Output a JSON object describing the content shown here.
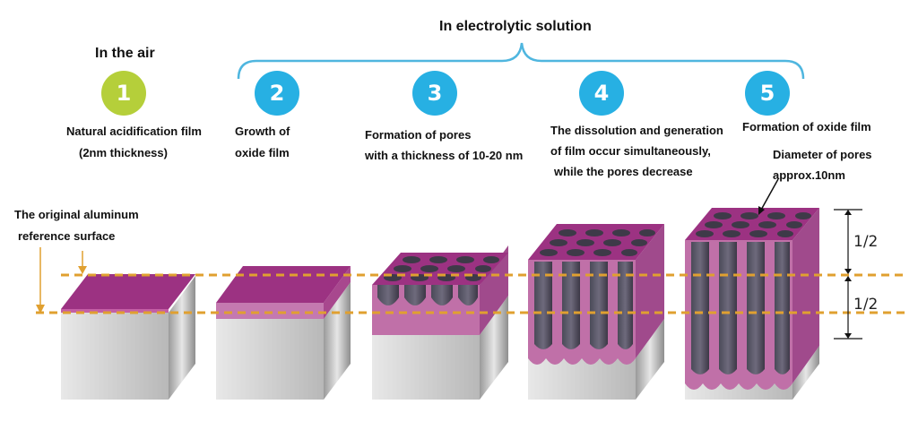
{
  "header": {
    "air_label": "In the air",
    "solution_label": "In electrolytic solution"
  },
  "colors": {
    "step1": "#b5cf3a",
    "step_other": "#27b0e3",
    "brace": "#4fb6df",
    "oxide": "#9c3282",
    "dash": "#e0a030",
    "metal": "#c9c9c9"
  },
  "steps": [
    {
      "number": "1",
      "lines": [
        "Natural acidification film",
        "(2nm thickness)"
      ]
    },
    {
      "number": "2",
      "lines": [
        "Growth of",
        "oxide film"
      ]
    },
    {
      "number": "3",
      "lines": [
        "Formation of pores",
        "with a thickness of 10-20 nm"
      ]
    },
    {
      "number": "4",
      "lines": [
        "The dissolution and generation",
        "of film occur simultaneously,",
        "while the pores decrease"
      ]
    },
    {
      "number": "5",
      "lines": [
        "Formation of oxide film"
      ]
    }
  ],
  "annotations": {
    "reference_line1": "The original aluminum",
    "reference_line2": "reference surface",
    "pore_diameter_line1": "Diameter of pores",
    "pore_diameter_line2": "approx.10nm"
  },
  "fractions": {
    "upper": "1/2",
    "lower": "1/2"
  }
}
